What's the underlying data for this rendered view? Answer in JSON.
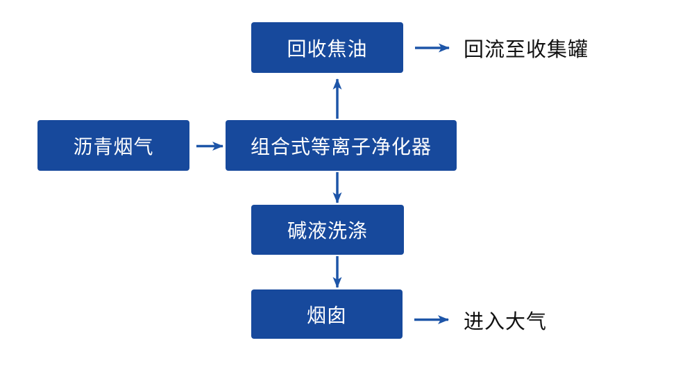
{
  "diagram": {
    "type": "flowchart",
    "background": "#ffffff",
    "colors": {
      "node_fill": "#17499c",
      "node_text": "#ffffff",
      "arrow": "#1d55a8",
      "annotation_text": "#111111"
    },
    "nodes": {
      "asphalt_fume": {
        "label": "沥青烟气"
      },
      "plasma_purifier": {
        "label": "组合式等离子净化器"
      },
      "recovered_tar": {
        "label": "回收焦油"
      },
      "alkali_washing": {
        "label": "碱液洗涤"
      },
      "chimney": {
        "label": "烟囱"
      }
    },
    "annotations": {
      "to_collection_tank": {
        "label": "回流至收集罐"
      },
      "to_atmosphere": {
        "label": "进入大气"
      }
    },
    "edges": [
      {
        "from": "asphalt_fume",
        "to": "plasma_purifier",
        "direction": "right"
      },
      {
        "from": "plasma_purifier",
        "to": "recovered_tar",
        "direction": "up"
      },
      {
        "from": "recovered_tar",
        "to": "to_collection_tank",
        "direction": "right"
      },
      {
        "from": "plasma_purifier",
        "to": "alkali_washing",
        "direction": "down"
      },
      {
        "from": "alkali_washing",
        "to": "chimney",
        "direction": "down"
      },
      {
        "from": "chimney",
        "to": "to_atmosphere",
        "direction": "right"
      }
    ]
  }
}
